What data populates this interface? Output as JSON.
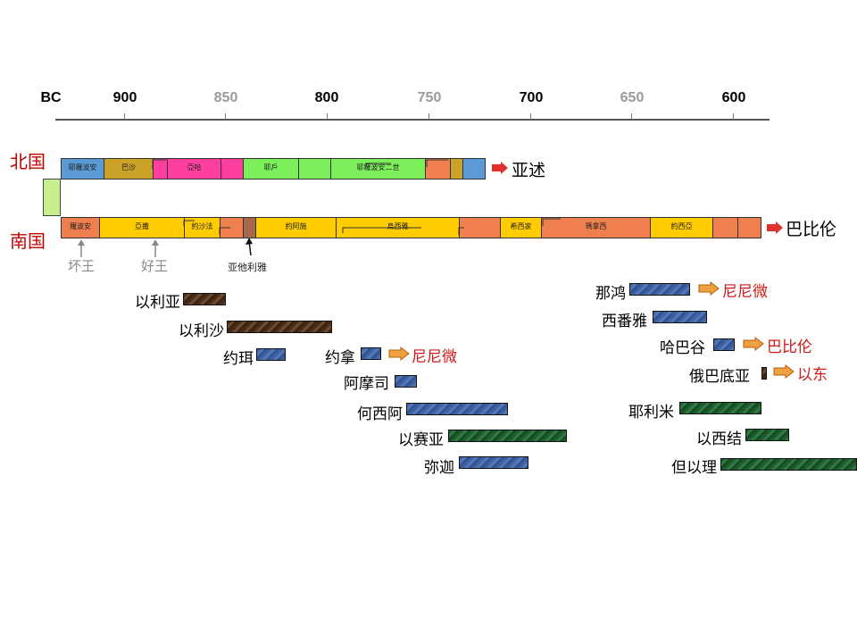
{
  "axis": {
    "era_label": "BC",
    "ticks": [
      {
        "label": "900",
        "color": "#000000"
      },
      {
        "label": "850",
        "color": "#9a9a9a"
      },
      {
        "label": "800",
        "color": "#000000"
      },
      {
        "label": "750",
        "color": "#9a9a9a"
      },
      {
        "label": "700",
        "color": "#000000"
      },
      {
        "label": "650",
        "color": "#9a9a9a"
      },
      {
        "label": "600",
        "color": "#000000"
      }
    ]
  },
  "north": {
    "label": "北国",
    "destination": "亚述",
    "segments": [
      {
        "label": "耶羅波安",
        "color": "#5b9bd5"
      },
      {
        "label": "巴沙",
        "color": "#c9a227"
      },
      {
        "label": "",
        "color": "#ff3fa0"
      },
      {
        "label": "亞哈",
        "color": "#ff3fa0"
      },
      {
        "label": "",
        "color": "#ff3fa0"
      },
      {
        "label": "耶戶",
        "color": "#7cf05a"
      },
      {
        "label": "",
        "color": "#7cf05a"
      },
      {
        "label": "耶羅波安二世",
        "color": "#7cf05a"
      },
      {
        "label": "",
        "color": "#f08050"
      },
      {
        "label": "",
        "color": "#c9a227"
      },
      {
        "label": "",
        "color": "#5b9bd5"
      }
    ]
  },
  "south": {
    "label": "南国",
    "destination": "巴比伦",
    "segments": [
      {
        "label": "羅波安",
        "color": "#f07f4f"
      },
      {
        "label": "亞撒",
        "color": "#ffcc00"
      },
      {
        "label": "約沙法",
        "color": "#ffcc00"
      },
      {
        "label": "",
        "color": "#f07f4f"
      },
      {
        "label": "",
        "color": "#a5694a"
      },
      {
        "label": "約阿施",
        "color": "#ffcc00"
      },
      {
        "label": "烏西雅",
        "color": "#ffcc00"
      },
      {
        "label": "",
        "color": "#f07f4f"
      },
      {
        "label": "希西家",
        "color": "#ffcc00"
      },
      {
        "label": "瑪拿西",
        "color": "#f07f4f"
      },
      {
        "label": "約西亞",
        "color": "#ffcc00"
      },
      {
        "label": "",
        "color": "#f07f4f"
      },
      {
        "label": "",
        "color": "#f07f4f"
      }
    ]
  },
  "notes": {
    "bad_king": "坏王",
    "good_king": "好王",
    "athaliah": "亚他利雅"
  },
  "prophets": [
    {
      "name": "以利亚",
      "style": "brown",
      "destination": ""
    },
    {
      "name": "以利沙",
      "style": "brown",
      "destination": ""
    },
    {
      "name": "约珥",
      "style": "blue",
      "destination": ""
    },
    {
      "name": "约拿",
      "style": "blue",
      "destination": "尼尼微"
    },
    {
      "name": "阿摩司",
      "style": "blue",
      "destination": ""
    },
    {
      "name": "何西阿",
      "style": "blue",
      "destination": ""
    },
    {
      "name": "以赛亚",
      "style": "green",
      "destination": ""
    },
    {
      "name": "弥迦",
      "style": "blue",
      "destination": ""
    },
    {
      "name": "那鸿",
      "style": "blue",
      "destination": "尼尼微"
    },
    {
      "name": "西番雅",
      "style": "blue",
      "destination": ""
    },
    {
      "name": "哈巴谷",
      "style": "blue",
      "destination": "巴比伦"
    },
    {
      "name": "俄巴底亚",
      "style": "brown",
      "destination": "以东"
    },
    {
      "name": "耶利米",
      "style": "green",
      "destination": ""
    },
    {
      "name": "以西结",
      "style": "green",
      "destination": ""
    },
    {
      "name": "但以理",
      "style": "green",
      "destination": ""
    }
  ]
}
